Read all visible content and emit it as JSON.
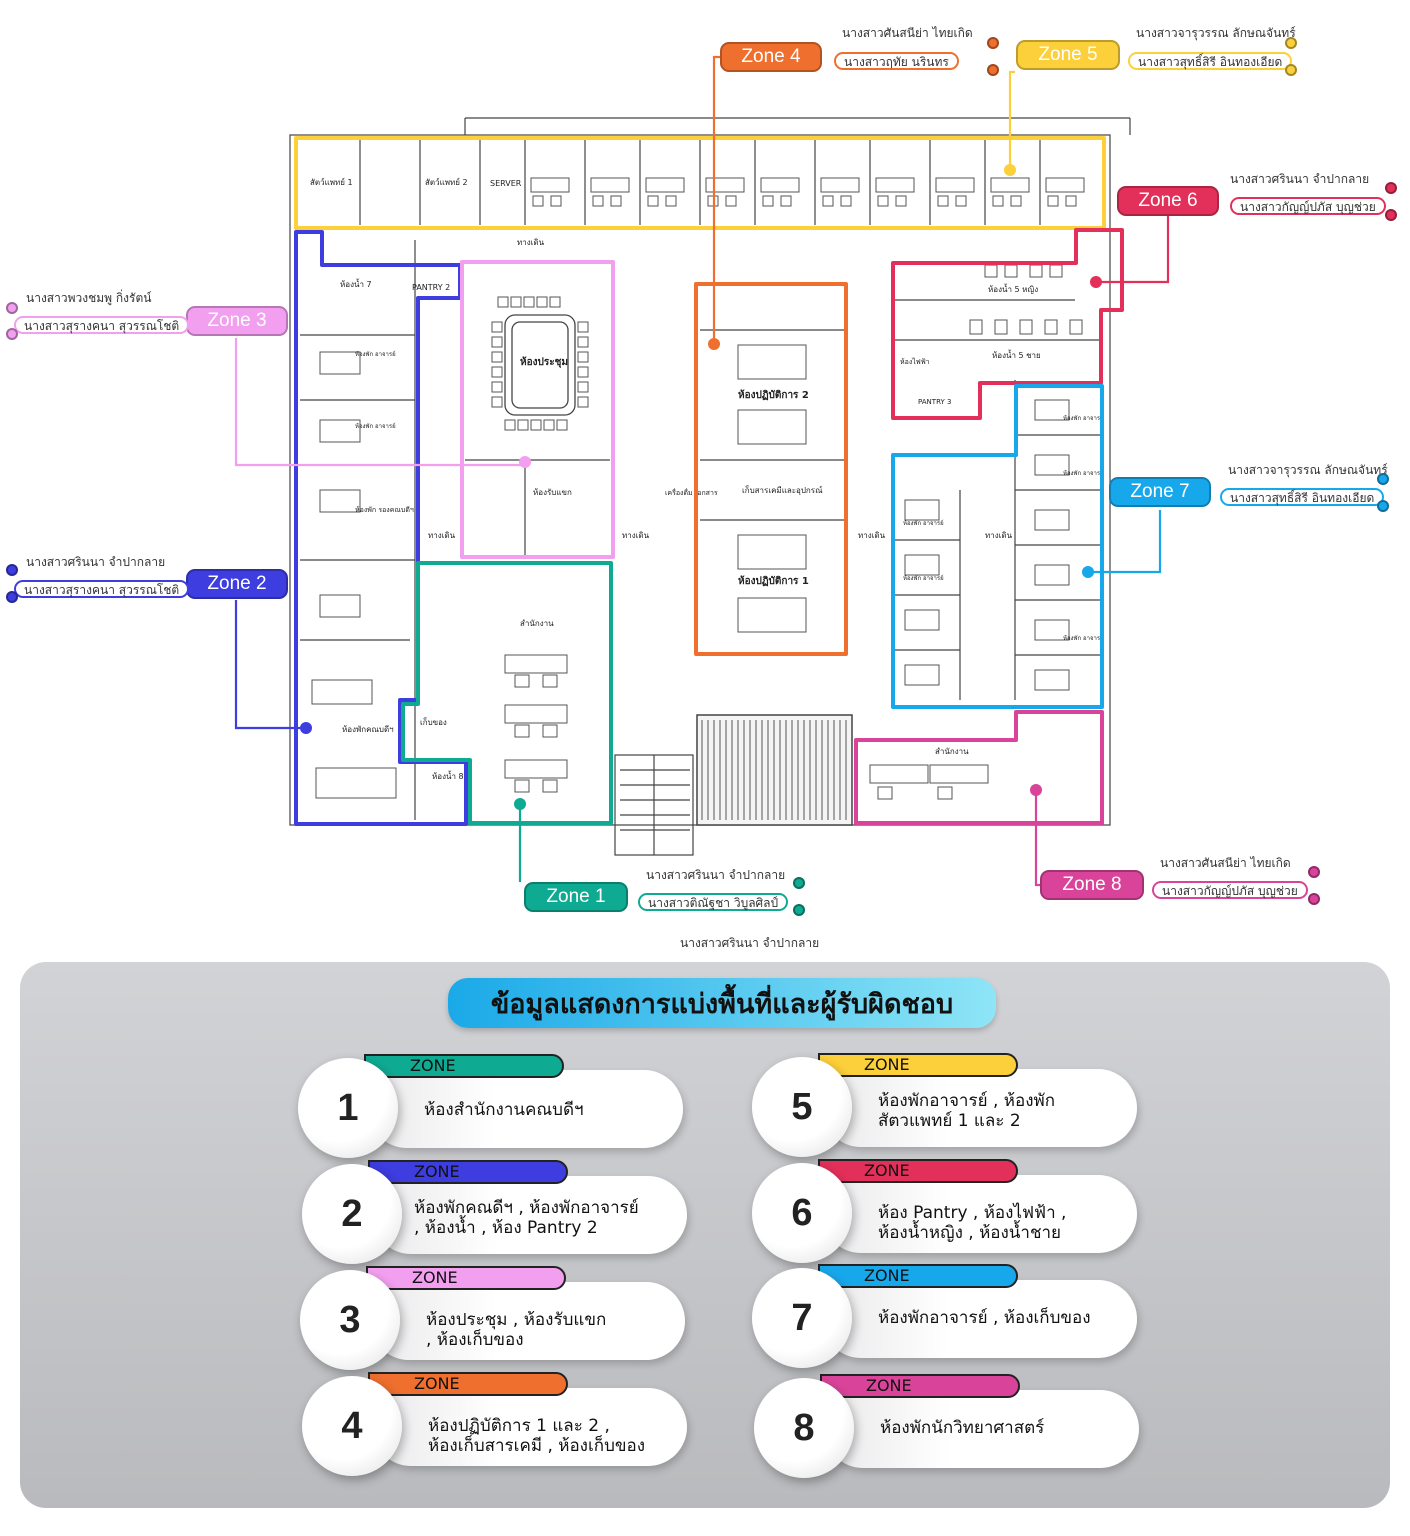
{
  "colors": {
    "z1": "#0faa92",
    "z2": "#3d3de0",
    "z3": "#f39ff0",
    "z4": "#ee6f2e",
    "z5": "#fcd03a",
    "z6": "#e3305a",
    "z7": "#17a8ec",
    "z8": "#d9449a"
  },
  "plan_labels": {
    "walkway": "ทางเดิน",
    "server": "SERVER",
    "pantry2": "PANTRY 2",
    "pantry3": "PANTRY 3",
    "toilet7": "ห้องน้ำ 7",
    "toilet8": "ห้องน้ำ 8",
    "meeting": "ห้องประชุม",
    "lab1": "ห้องปฏิบัติการ 1",
    "lab2": "ห้องปฏิบัติการ 2",
    "chem": "เก็บสารเคมีและอุปกรณ์",
    "office": "สำนักงาน",
    "office8": "สำนักงาน",
    "dean": "ห้องพักคณบดีฯ",
    "vice": "ห้องพัก รองคณบดีฯ",
    "store": "เก็บของ",
    "reception": "ห้องรับแขก",
    "female": "ห้องน้ำ 5 หญิง",
    "male": "ห้องน้ำ 5 ชาย",
    "electric": "ห้องไฟฟ้า",
    "vet1": "สัตว์แพทย์ 1",
    "vet2": "สัตว์แพทย์ 2",
    "prof": "ห้องพัก อาจารย์",
    "chemshelf": "เครื่องดื่ม เอกสาร"
  },
  "zone_tags": [
    {
      "label": "Zone 1",
      "people": [
        "นางสาวศรินนา จำปากลาย",
        "นางสาวติณัฐชา วิบูลศิลป์"
      ]
    },
    {
      "label": "Zone 2",
      "people": [
        "นางสาวศรินนา จำปากลาย",
        "นางสาวสุรางคนา สุวรรณโชติ"
      ]
    },
    {
      "label": "Zone 3",
      "people": [
        "นางสาวพวงชมพู กิ่งรัตน์",
        "นางสาวสุรางคนา สุวรรณโชติ"
      ]
    },
    {
      "label": "Zone 4",
      "people": [
        "นางสาวศันสนีย่า ไทยเกิด",
        "นางสาวฤทัย นรินทร"
      ]
    },
    {
      "label": "Zone 5",
      "people": [
        "นางสาวจารุวรรณ ลักษณจันทร์",
        "นางสาวสุทธิ์สิรี อินทองเอียด"
      ]
    },
    {
      "label": "Zone 6",
      "people": [
        "นางสาวศรินนา จำปากลาย",
        "นางสาวกัญญ์ปภัส บุญช่วย"
      ]
    },
    {
      "label": "Zone 7",
      "people": [
        "นางสาวจารุวรรณ ลักษณจันทร์",
        "นางสาวสุทธิ์สิรี อินทองเอียด"
      ]
    },
    {
      "label": "Zone 8",
      "people": [
        "นางสาวศันสนีย่า ไทยเกิด",
        "นางสาวกัญญ์ปภัส บุญช่วย"
      ]
    }
  ],
  "caption": "นางสาวศรินนา จำปากลาย",
  "title": "ข้อมูลแสดงการแบ่งพื้นที่และผู้รับผิดชอบ",
  "zone_word": "ZONE",
  "cards": [
    {
      "number": "1",
      "line1": "ห้องสำนักงานคณบดีฯ",
      "line2": ""
    },
    {
      "number": "2",
      "line1": "ห้องพักคณดีฯ , ห้องพักอาจารย์",
      "line2": ", ห้องน้ำ , ห้อง Pantry 2"
    },
    {
      "number": "3",
      "line1": "ห้องประชุม , ห้องรับแขก",
      "line2": ", ห้องเก็บของ"
    },
    {
      "number": "4",
      "line1": "ห้องปฏิบัติการ 1 และ 2 ,",
      "line2": "ห้องเก็บสารเคมี , ห้องเก็บของ"
    },
    {
      "number": "5",
      "line1": "ห้องพักอาจารย์ , ห้องพัก",
      "line2": "สัตวแพทย์ 1 และ 2"
    },
    {
      "number": "6",
      "line1": "ห้อง Pantry , ห้องไฟฟ้า ,",
      "line2": "ห้องน้ำหญิง , ห้องน้ำชาย"
    },
    {
      "number": "7",
      "line1": "ห้องพักอาจารย์ , ห้องเก็บของ",
      "line2": ""
    },
    {
      "number": "8",
      "line1": "ห้องพักนักวิทยาศาสตร์",
      "line2": ""
    }
  ]
}
